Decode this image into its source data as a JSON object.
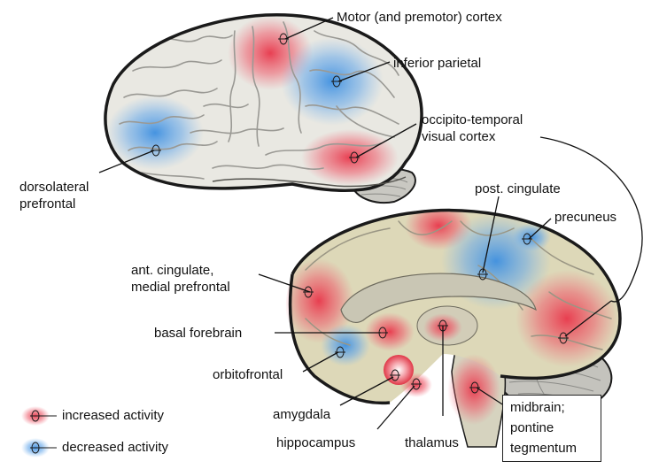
{
  "labels": {
    "motor": "Motor (and premotor) cortex",
    "inferior_parietal": "inferior parietal",
    "occipito_temporal": [
      "occipito-temporal",
      "visual cortex"
    ],
    "dorsolateral": [
      "dorsolateral",
      "prefrontal"
    ],
    "post_cingulate": "post. cingulate",
    "precuneus": "precuneus",
    "ant_cingulate": [
      "ant. cingulate,",
      "medial prefrontal"
    ],
    "basal_forebrain": "basal forebrain",
    "orbitofrontal": "orbitofrontal",
    "amygdala": "amygdala",
    "hippocampus": "hippocampus",
    "thalamus": "thalamus",
    "midbrain": [
      "midbrain;",
      "pontine",
      "tegmentum"
    ]
  },
  "legend": {
    "increased": "increased activity",
    "decreased": "decreased activity"
  },
  "colors": {
    "increased": "#e8364a",
    "decreased": "#3d8fe0",
    "brain_fill": "#e9e8e2",
    "brain_outline": "#1a1a1a",
    "medial_fill": "#ddd8b8"
  }
}
